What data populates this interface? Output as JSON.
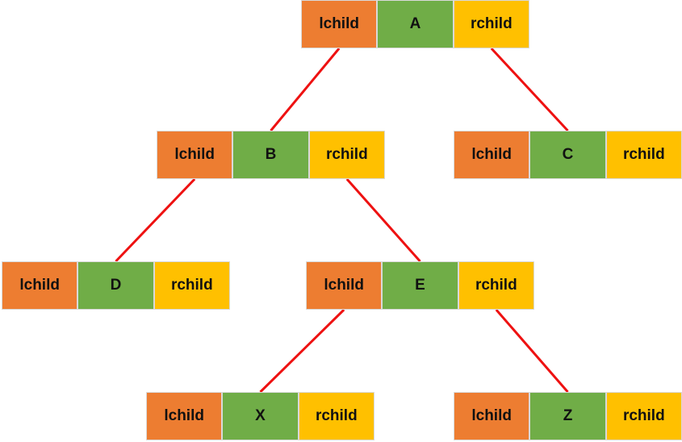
{
  "colors": {
    "lchild": "#ed7d31",
    "value": "#70ad47",
    "rchild": "#ffc000",
    "edge": "#ee1111"
  },
  "nodes": {
    "A": {
      "left": "lchild",
      "value": "A",
      "right": "rchild"
    },
    "B": {
      "left": "lchild",
      "value": "B",
      "right": "rchild"
    },
    "C": {
      "left": "lchild",
      "value": "C",
      "right": "rchild"
    },
    "D": {
      "left": "lchild",
      "value": "D",
      "right": "rchild"
    },
    "E": {
      "left": "lchild",
      "value": "E",
      "right": "rchild"
    },
    "X": {
      "left": "lchild",
      "value": "X",
      "right": "rchild"
    },
    "Z": {
      "left": "lchild",
      "value": "Z",
      "right": "rchild"
    }
  },
  "edges": [
    {
      "from": "A",
      "side": "left",
      "to": "B"
    },
    {
      "from": "A",
      "side": "right",
      "to": "C"
    },
    {
      "from": "B",
      "side": "left",
      "to": "D"
    },
    {
      "from": "B",
      "side": "right",
      "to": "E"
    },
    {
      "from": "E",
      "side": "left",
      "to": "X"
    },
    {
      "from": "E",
      "side": "right",
      "to": "Z"
    }
  ]
}
